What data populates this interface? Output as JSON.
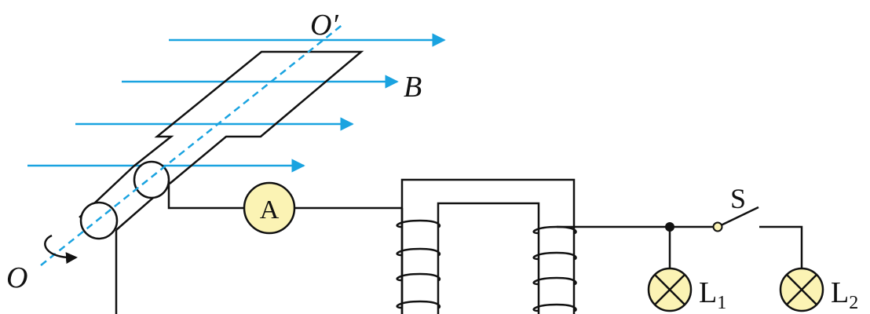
{
  "labels": {
    "axis_top": "O′",
    "axis_bottom": "O",
    "field": "B",
    "ammeter": "A",
    "switch": "S",
    "lamp1_letter": "L",
    "lamp1_sub": "1",
    "lamp2_letter": "L",
    "lamp2_sub": "2"
  },
  "colors": {
    "field_lines": "#1aa3e0",
    "wire": "#111111",
    "meter_fill": "#fbf3b4",
    "lamp_fill": "#fbf3b4",
    "background": "#ffffff"
  }
}
